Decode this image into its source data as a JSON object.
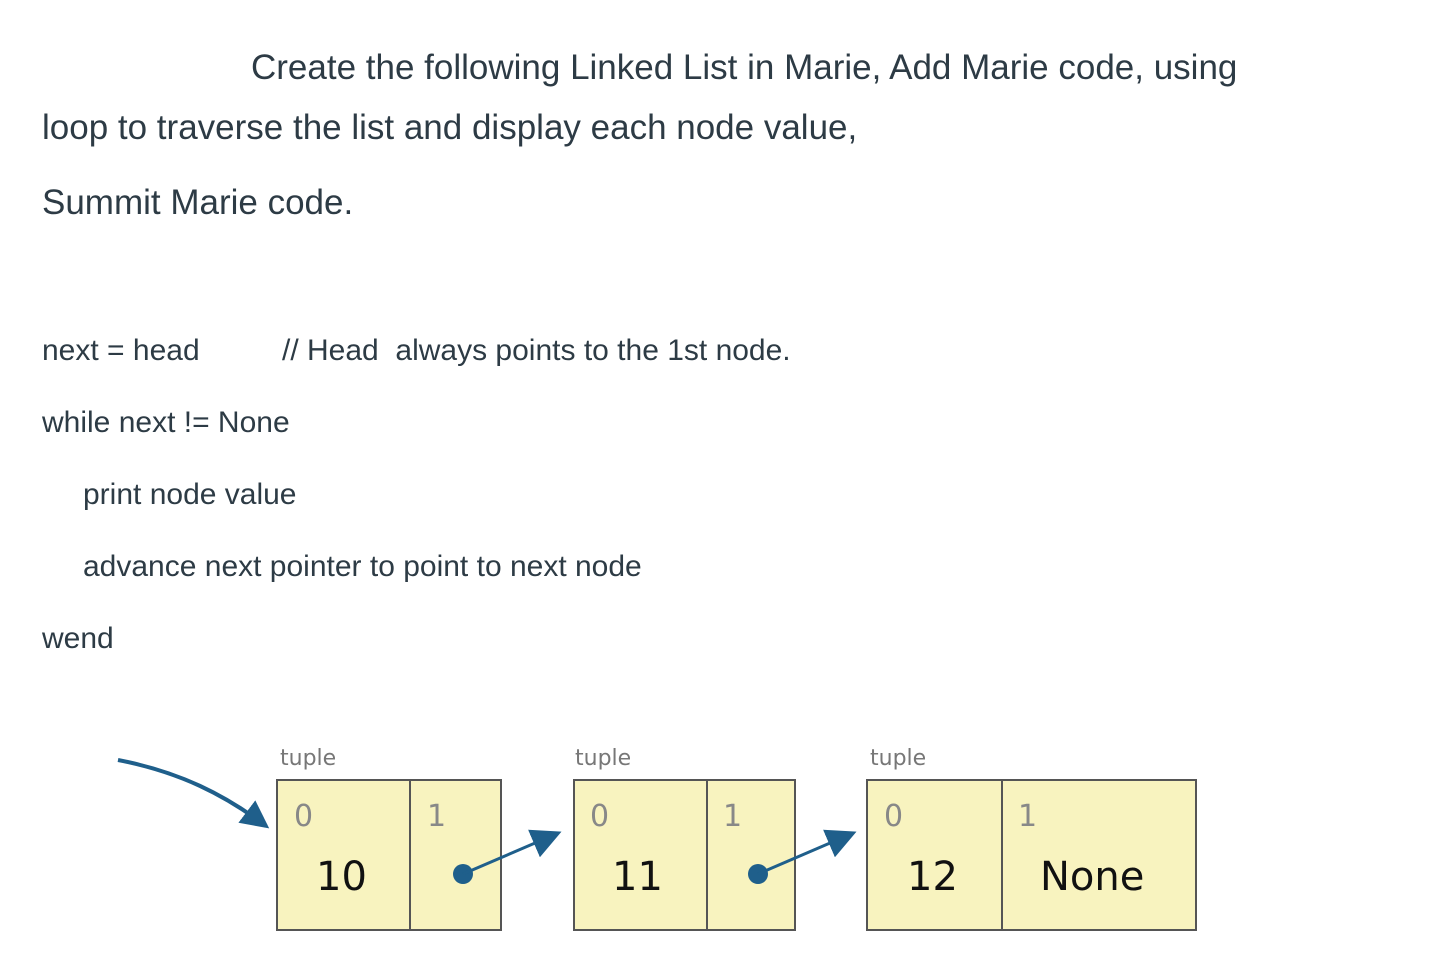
{
  "prompt": {
    "line1": "Create the following Linked List in Marie, Add Marie code, using",
    "line2": "loop to traverse the list and display each node value,",
    "line3": "Summit Marie code."
  },
  "pseudocode": {
    "line1": "next = head",
    "comment": "// Head  always points to the 1st node.",
    "line2": "while next != None",
    "line3": "print node value",
    "line4": "advance next pointer to point to next node",
    "line5": "wend"
  },
  "diagram": {
    "type_label": "tuple",
    "nodes": [
      {
        "index0": "0",
        "index1": "1",
        "value": "10",
        "next": "pointer"
      },
      {
        "index0": "0",
        "index1": "1",
        "value": "11",
        "next": "pointer"
      },
      {
        "index0": "0",
        "index1": "1",
        "value": "12",
        "next": "None"
      }
    ],
    "colors": {
      "cell_fill": "#f8f3bf",
      "cell_border": "#555555",
      "arrow": "#1f5f8b"
    }
  }
}
